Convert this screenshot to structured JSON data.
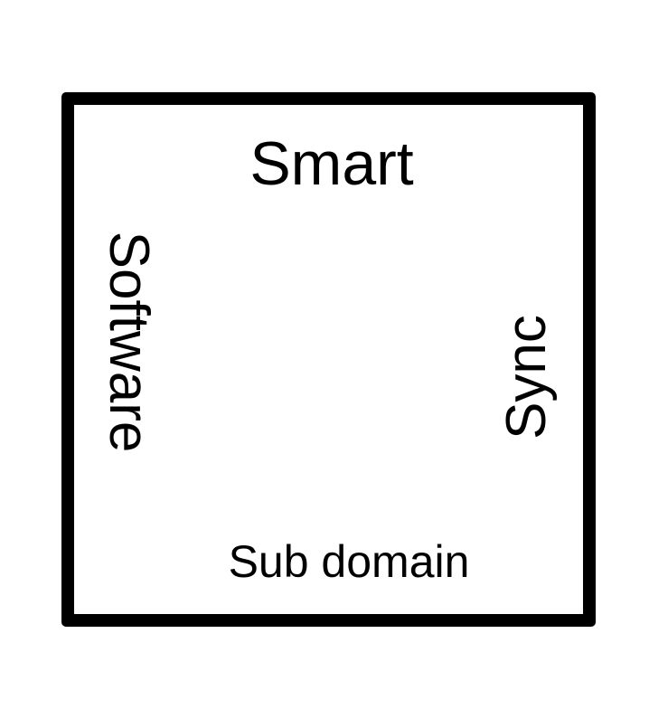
{
  "diagram": {
    "top_label": "Smart",
    "left_label": "Software",
    "right_label": "Sync",
    "bottom_label": "Sub domain",
    "border_color": "#000000",
    "background_color": "#ffffff"
  }
}
